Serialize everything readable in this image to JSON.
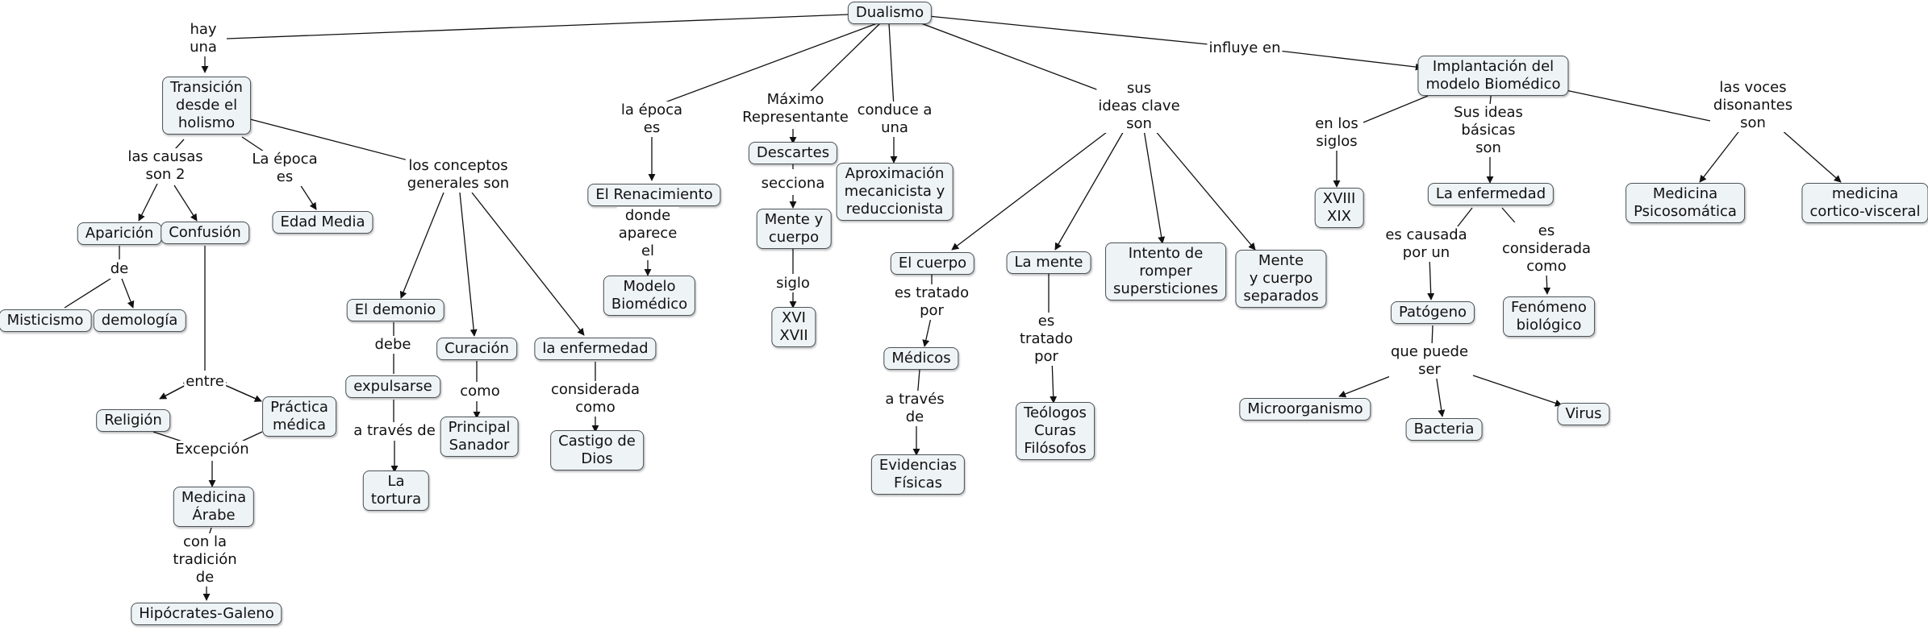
{
  "nodes": [
    {
      "id": "dualismo",
      "text": "Dualismo"
    },
    {
      "id": "transicion",
      "text": "Transición\ndesde el\nholismo"
    },
    {
      "id": "aparicion",
      "text": "Aparición"
    },
    {
      "id": "confusion",
      "text": "Confusión"
    },
    {
      "id": "edadmedia",
      "text": "Edad Media"
    },
    {
      "id": "misticismo",
      "text": "Misticismo"
    },
    {
      "id": "demologia",
      "text": "demología"
    },
    {
      "id": "religion",
      "text": "Religión"
    },
    {
      "id": "practica",
      "text": "Práctica\nmédica"
    },
    {
      "id": "arabe",
      "text": "Medicina\nÁrabe"
    },
    {
      "id": "hipocrates",
      "text": "Hipócrates-Galeno"
    },
    {
      "id": "demonio",
      "text": "El demonio"
    },
    {
      "id": "expulsarse",
      "text": "expulsarse"
    },
    {
      "id": "tortura",
      "text": "La\ntortura"
    },
    {
      "id": "curacion",
      "text": "Curación"
    },
    {
      "id": "sanador",
      "text": "Principal\nSanador"
    },
    {
      "id": "enfermedad1",
      "text": "la enfermedad"
    },
    {
      "id": "castigo",
      "text": "Castigo de\nDios"
    },
    {
      "id": "renacimiento",
      "text": "El Renacimiento"
    },
    {
      "id": "modelo",
      "text": "Modelo\nBiomédico"
    },
    {
      "id": "descartes",
      "text": "Descartes"
    },
    {
      "id": "mentecuerpo",
      "text": "Mente y\ncuerpo"
    },
    {
      "id": "xvi",
      "text": "XVI\nXVII"
    },
    {
      "id": "aproximacion",
      "text": "Aproximación\nmecanicista y\nreduccionista"
    },
    {
      "id": "elcuerpo",
      "text": "El cuerpo"
    },
    {
      "id": "medicos",
      "text": "Médicos"
    },
    {
      "id": "evidencias",
      "text": "Evidencias\nFísicas"
    },
    {
      "id": "lamente",
      "text": "La mente"
    },
    {
      "id": "teologos",
      "text": "Teólogos\nCuras\nFilósofos"
    },
    {
      "id": "intento",
      "text": "Intento de\nromper\nsupersticiones"
    },
    {
      "id": "mentesep",
      "text": "Mente\ny cuerpo\nseparados"
    },
    {
      "id": "implantacion",
      "text": "Implantación del\nmodelo Biomédico"
    },
    {
      "id": "xviii",
      "text": "XVIII\nXIX"
    },
    {
      "id": "laenfermedad",
      "text": "La enfermedad"
    },
    {
      "id": "patogeno",
      "text": "Patógeno"
    },
    {
      "id": "fenomeno",
      "text": "Fenómeno\nbiológico"
    },
    {
      "id": "micro",
      "text": "Microorganismo"
    },
    {
      "id": "bacteria",
      "text": "Bacteria"
    },
    {
      "id": "virus",
      "text": "Virus"
    },
    {
      "id": "psico",
      "text": "Medicina\nPsicosomática"
    },
    {
      "id": "cortico",
      "text": "medicina\ncortico-visceral"
    }
  ],
  "labels": [
    {
      "id": "hay",
      "text": "hay\nuna"
    },
    {
      "id": "causas",
      "text": "las causas\nson 2"
    },
    {
      "id": "laepoca1",
      "text": "La época\nes"
    },
    {
      "id": "conceptos",
      "text": "los conceptos\ngenerales son"
    },
    {
      "id": "de",
      "text": "de"
    },
    {
      "id": "entre",
      "text": "entre"
    },
    {
      "id": "excepcion",
      "text": "Excepción"
    },
    {
      "id": "conla",
      "text": "con la\ntradición\nde"
    },
    {
      "id": "debe",
      "text": "debe"
    },
    {
      "id": "atraves1",
      "text": "a través de"
    },
    {
      "id": "como1",
      "text": "como"
    },
    {
      "id": "considerada1",
      "text": "considerada\ncomo"
    },
    {
      "id": "laepoca2",
      "text": "la época\nes"
    },
    {
      "id": "donde",
      "text": "donde\naparece\nel"
    },
    {
      "id": "maximo",
      "text": "Máximo\nRepresentante"
    },
    {
      "id": "secciona",
      "text": "secciona"
    },
    {
      "id": "siglo",
      "text": "siglo"
    },
    {
      "id": "conduce",
      "text": "conduce a\nuna"
    },
    {
      "id": "ideas",
      "text": "sus\nideas clave\nson"
    },
    {
      "id": "estratado1",
      "text": "es tratado\npor"
    },
    {
      "id": "atraves2",
      "text": "a través\nde"
    },
    {
      "id": "estratado2",
      "text": "es\ntratado\npor"
    },
    {
      "id": "influye",
      "text": "influye en"
    },
    {
      "id": "enlos",
      "text": "en los\nsiglos"
    },
    {
      "id": "susideas",
      "text": "Sus ideas\nbásicas\nson"
    },
    {
      "id": "causada",
      "text": "es causada\npor un"
    },
    {
      "id": "considerada2",
      "text": "es\nconsiderada\ncomo"
    },
    {
      "id": "quepuede",
      "text": "que puede\nser"
    },
    {
      "id": "voces",
      "text": "las voces\ndisonantes\nson"
    }
  ]
}
